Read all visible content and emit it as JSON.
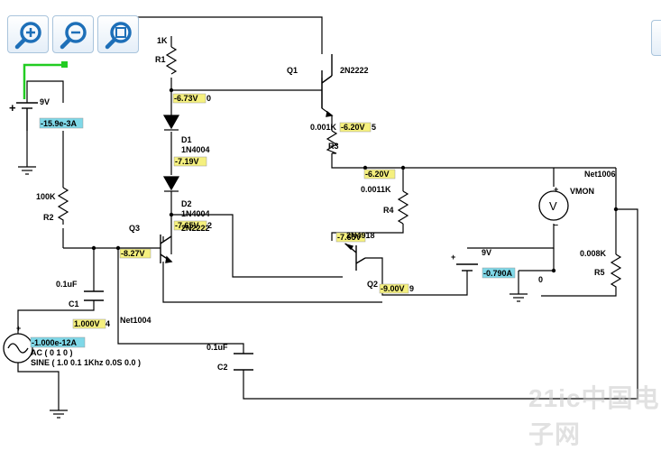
{
  "toolbar": {
    "zoom_in": "zoom-in",
    "zoom_out": "zoom-out",
    "zoom_fit": "zoom-fit"
  },
  "components": {
    "r1_value": "1K",
    "r1_name": "R1",
    "q1_name": "Q1",
    "q1_model": "2N2222",
    "v1_value": "9V",
    "d1_name": "D1",
    "d1_model": "1N4004",
    "d2_name": "D2",
    "d2_model": "1N4004",
    "r3_value": "0.001K",
    "r3_name": "R3",
    "r2_value": "100K",
    "r2_name": "R2",
    "r4_value": "0.0011K",
    "r4_name": "R4",
    "vmon": "VMON",
    "net1006": "Net1006",
    "q3_name": "Q3",
    "q3_model": "2N2222",
    "q2_model": "2N4918",
    "q2_name": "Q2",
    "v2_value": "9V",
    "r5_value": "0.008K",
    "r5_name": "R5",
    "ground_node": "0",
    "c1_value": "0.1uF",
    "c1_name": "C1",
    "net1004": "Net1004",
    "c2_value": "0.1uF",
    "c2_name": "C2",
    "ac_line1": "AC ( 0 1 0 )",
    "ac_line2": "SINE ( 1.0 0.1 1Khz 0.0S 0.0 )",
    "plus": "+",
    "minus": "–",
    "meter_symbol": "V"
  },
  "probes": {
    "v_r1": "-6.73V",
    "v_r1_tail": "0",
    "v_q1e": "-6.20V",
    "v_q1e_tail": "5",
    "v_d1": "-7.19V",
    "v_d2": "-7.65V",
    "v_d2_tail": "2",
    "v_r3": "-6.20V",
    "v_q3": "-8.27V",
    "v_q2b": "-7.65V",
    "v_q2": "-9.00V",
    "v_q2_tail": "9",
    "i_v1": "-15.9e-3A",
    "i_v2": "-0.790A",
    "v_c1": "1.000V",
    "v_c1_tail": "4",
    "i_ac": "-1.000e-12A"
  },
  "watermark": "21ic中国电子网"
}
